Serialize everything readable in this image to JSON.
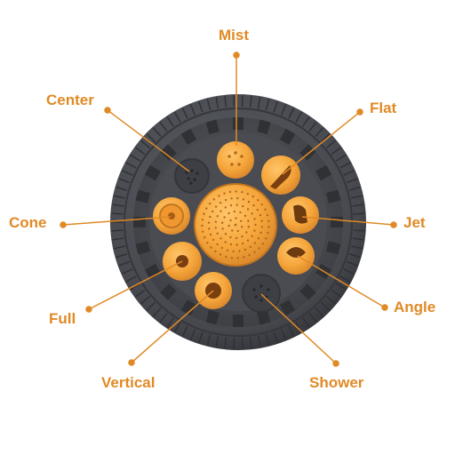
{
  "accent_color": "#e08a26",
  "nozzle_color": "#f5a53a",
  "body_color": "#4a4c52",
  "labels": {
    "mist": "Mist",
    "center": "Center",
    "flat": "Flat",
    "cone": "Cone",
    "jet": "Jet",
    "full": "Full",
    "angle": "Angle",
    "vertical": "Vertical",
    "shower": "Shower"
  }
}
